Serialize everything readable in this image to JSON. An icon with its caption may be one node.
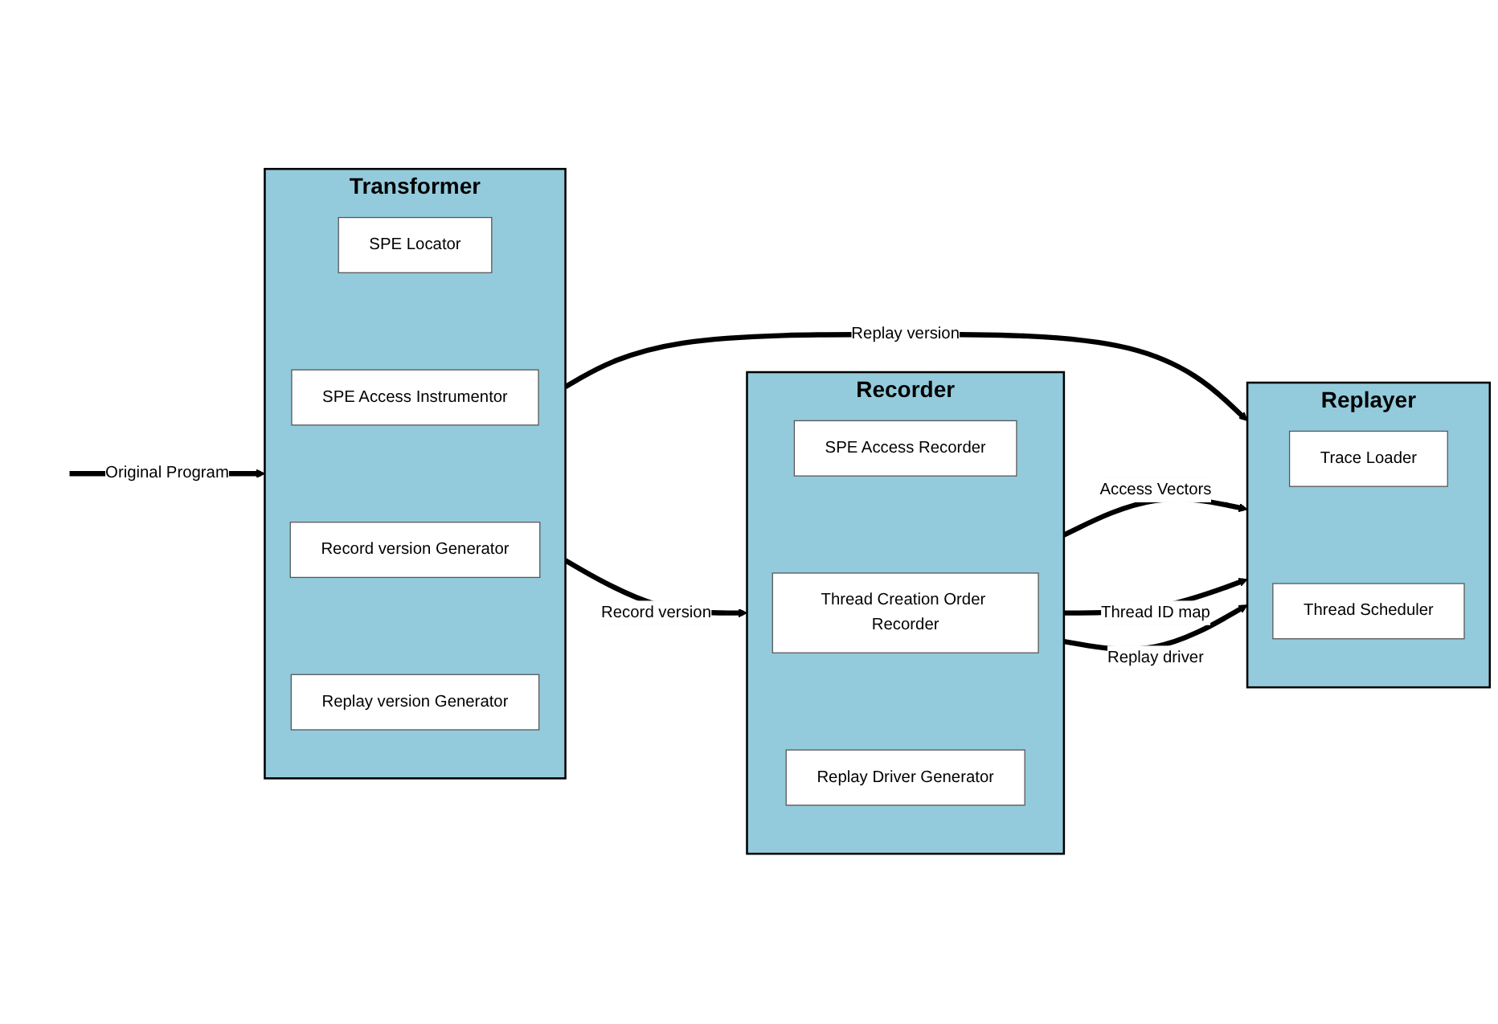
{
  "diagram": {
    "nodes": [
      {
        "text": [
          "Transformer"
        ]
      },
      {
        "text": [
          "SPE Locator"
        ],
        "in": 0
      },
      {
        "text": [
          "SPE Access Instrumentor"
        ],
        "in": 0
      },
      {
        "text": [
          "Record version Generator"
        ],
        "in": 0
      },
      {
        "text": [
          "Replay version Generator"
        ],
        "in": 0
      },
      {
        "text": [
          "Recorder"
        ]
      },
      {
        "text": [
          "SPE Access Recorder"
        ],
        "in": 5
      },
      {
        "text": [
          "Thread Creation Order Recorder"
        ],
        "in": 5
      },
      {
        "text": [
          "Replay Driver Generator"
        ],
        "in": 5
      },
      {
        "text": [
          "Replayer"
        ]
      },
      {
        "text": [
          "Trace Loader"
        ],
        "in": 9
      },
      {
        "text": [
          "Thread Scheduler"
        ],
        "in": 9
      }
    ],
    "edges": [
      {
        "from": null,
        "to": 0,
        "arrow": "to",
        "label": "Original Program"
      },
      {
        "from": 0,
        "to": 5,
        "arrow": "to",
        "label": "Record version"
      },
      {
        "from": 0,
        "to": 9,
        "arrow": "to",
        "label": "Replay version"
      },
      {
        "from": 5,
        "to": 9,
        "arrow": "to",
        "label": "Access Vectors"
      },
      {
        "from": 5,
        "to": 9,
        "arrow": "to",
        "label": "Thread ID map"
      },
      {
        "from": 5,
        "to": 9,
        "arrow": "to",
        "label": "Replay driver"
      }
    ]
  }
}
